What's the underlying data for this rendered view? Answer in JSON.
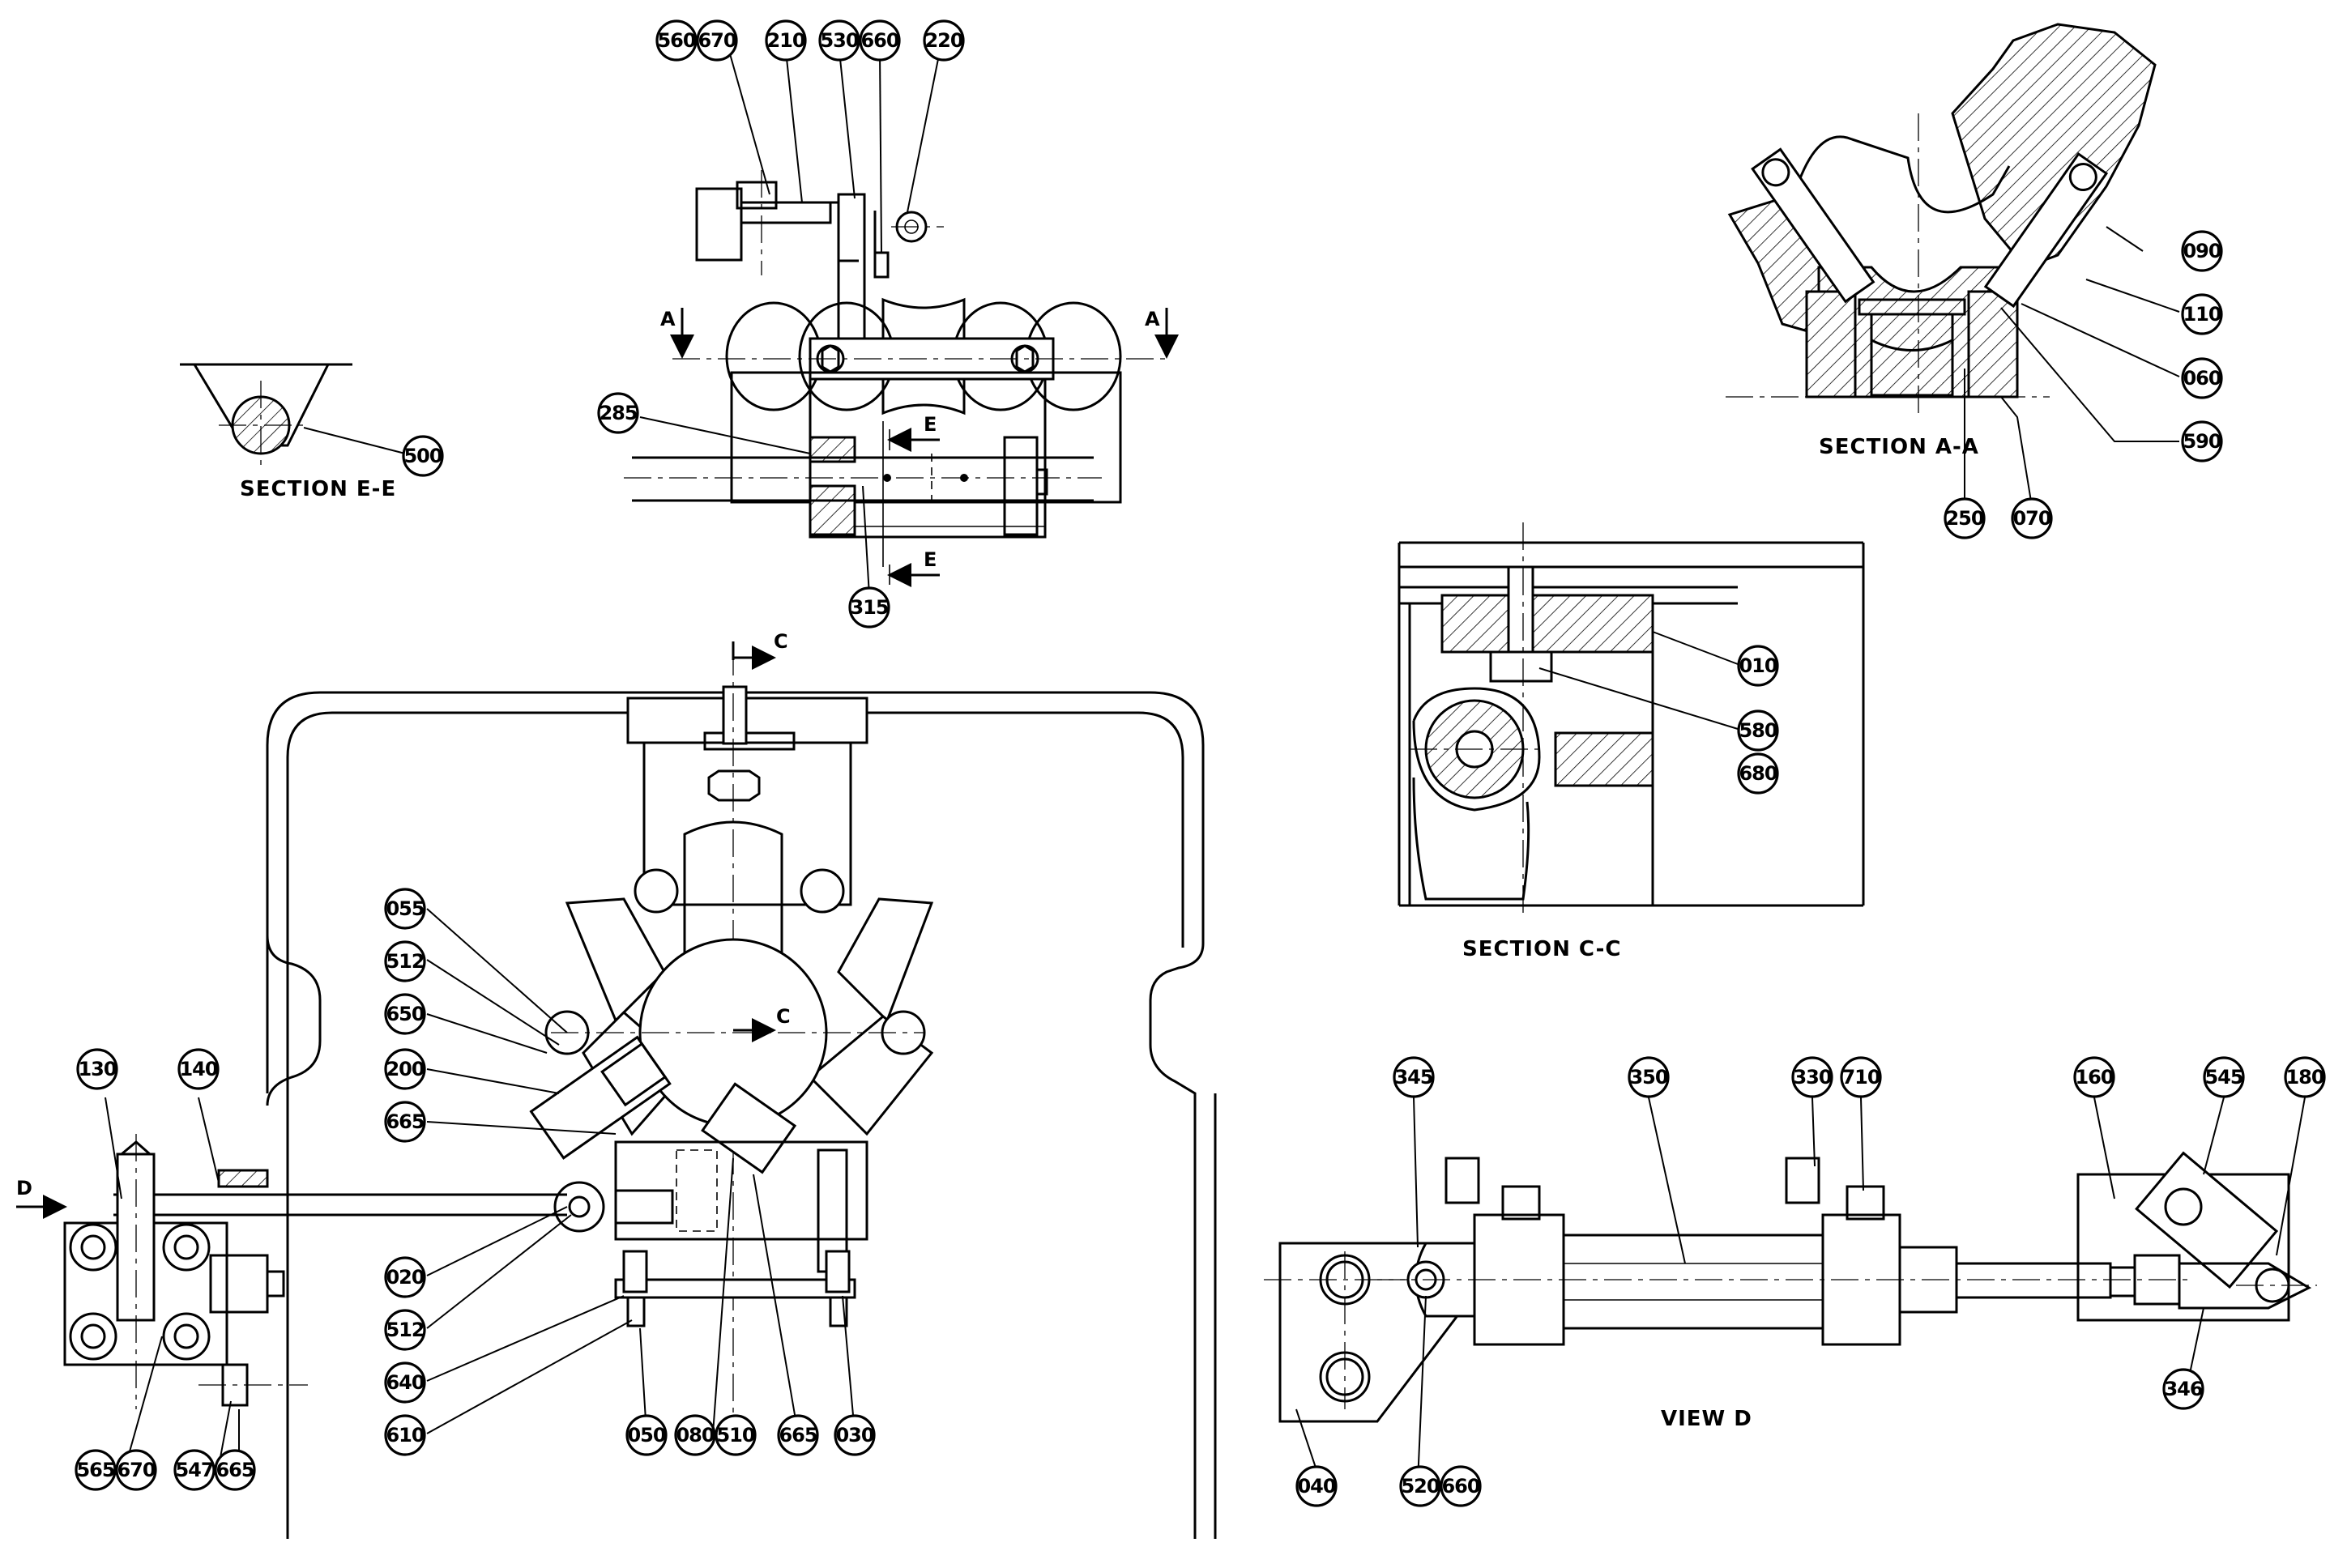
{
  "views": {
    "section_ee": "SECTION E-E",
    "section_aa": "SECTION A-A",
    "section_cc": "SECTION C-C",
    "view_d": "VIEW D"
  },
  "cut_markers": {
    "a_left": "A",
    "a_right": "A",
    "e_top": "E",
    "e_bottom": "E",
    "c_top": "C",
    "c_mid": "C",
    "d": "D"
  },
  "balloons": [
    "560",
    "670",
    "210",
    "530",
    "660",
    "220",
    "285",
    "315",
    "500",
    "090",
    "110",
    "060",
    "590",
    "250",
    "070",
    "010",
    "580",
    "680",
    "055",
    "512",
    "650",
    "200",
    "665",
    "020",
    "512",
    "640",
    "610",
    "050",
    "080",
    "510",
    "665",
    "030",
    "130",
    "140",
    "565",
    "670",
    "547",
    "665",
    "345",
    "350",
    "330",
    "710",
    "160",
    "545",
    "180",
    "346",
    "040",
    "520",
    "660"
  ]
}
